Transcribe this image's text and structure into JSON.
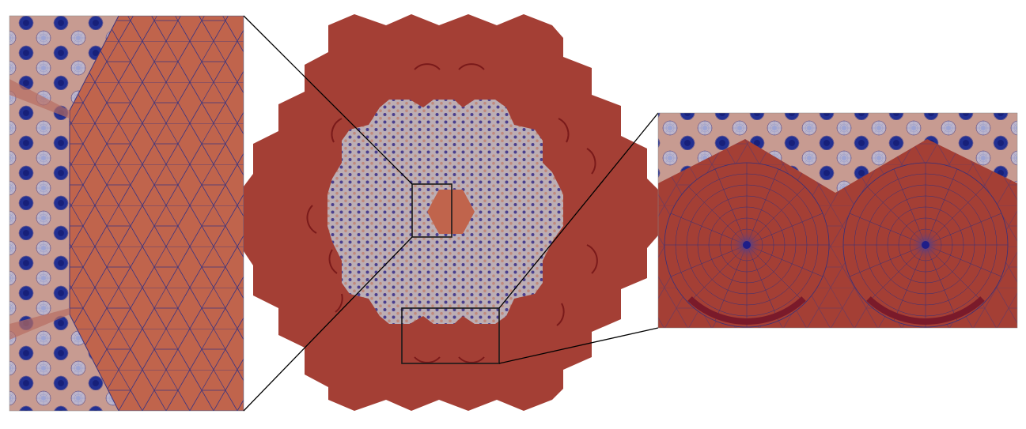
{
  "figure": {
    "colors": {
      "background": "#ffffff",
      "reflector": "#a43f35",
      "core_fuel": "#bcaeb4",
      "fuel_pin_dark": "#3d3c8f",
      "fuel_pin_light": "#c59a8a",
      "central_region": "#c0644c",
      "control_drum_arc": "#7a1a1a",
      "mesh_line": "#35307a",
      "inset_pin_dark": "#1e2a9a",
      "inset_pin_light": "#b9bedf",
      "zoom_box": "#1a1a1a"
    },
    "panels": {
      "center": {
        "name": "full-core-mesh",
        "description_id": "core"
      },
      "left": {
        "name": "zoom-central-region",
        "zoom_box": "central"
      },
      "right": {
        "name": "zoom-control-drums",
        "zoom_box": "bottom"
      }
    }
  }
}
